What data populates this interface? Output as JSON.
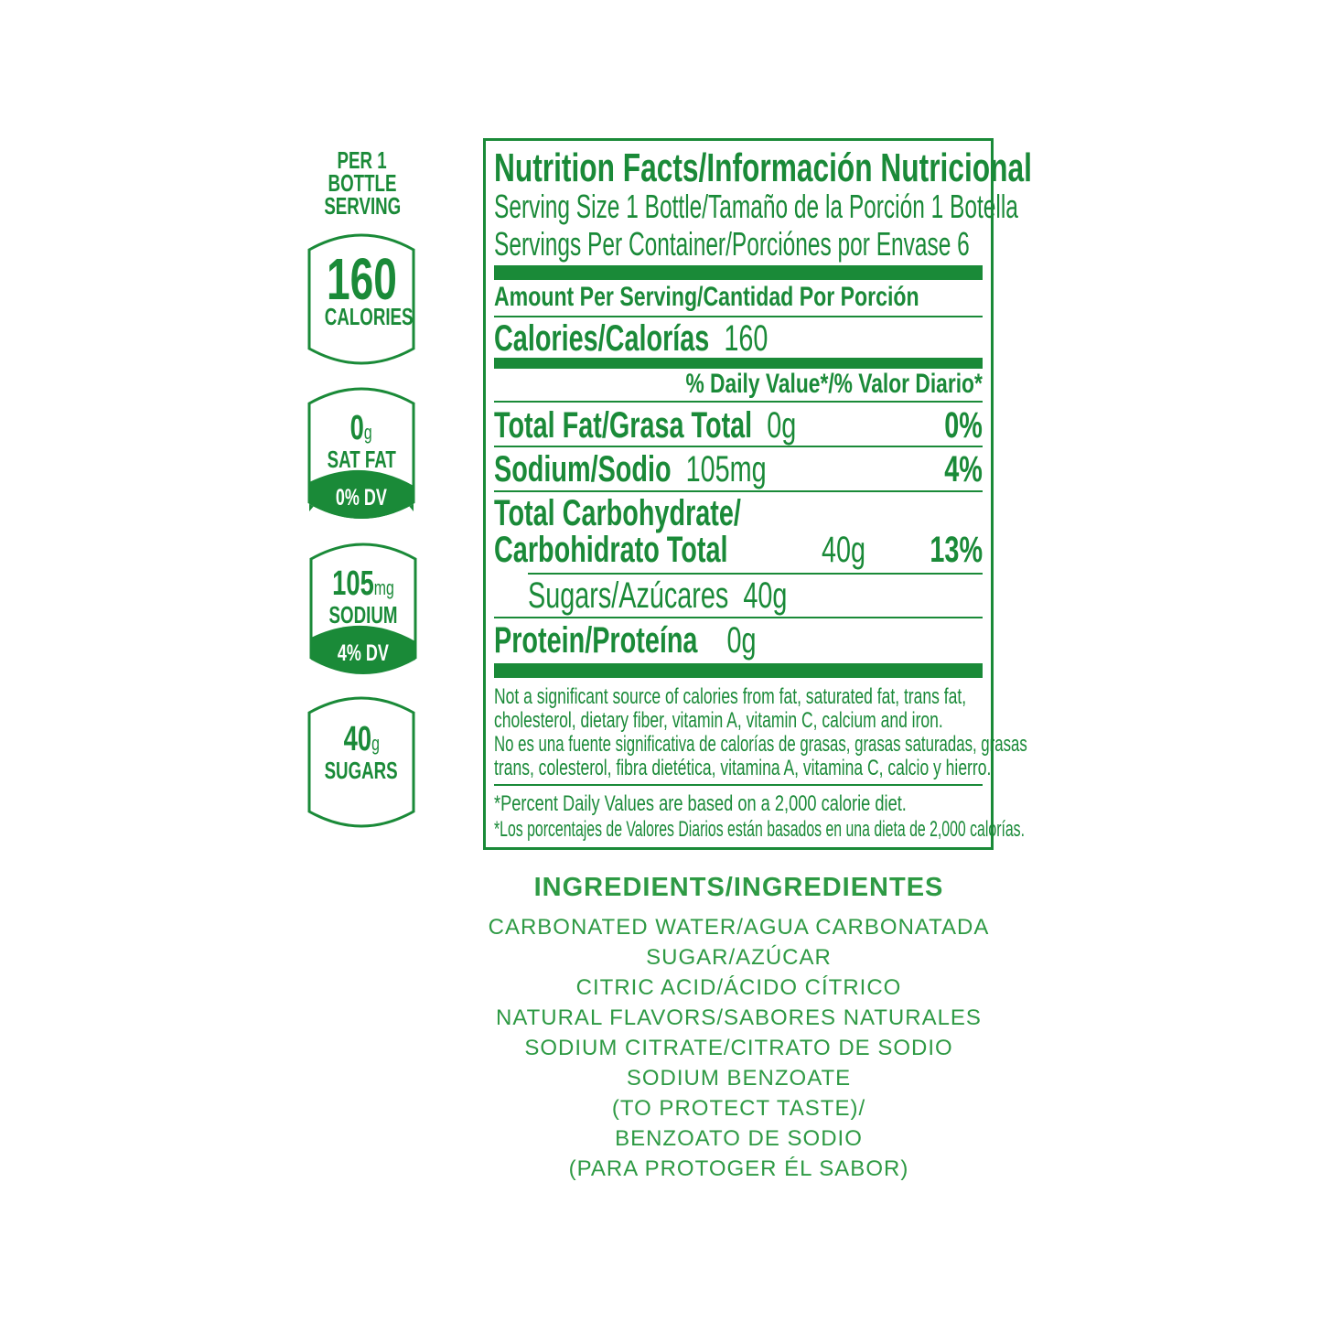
{
  "side_panel": {
    "header": [
      "PER 1",
      "BOTTLE",
      "SERVING"
    ],
    "badges": [
      {
        "value": "160",
        "unit": "",
        "label": "CALORIES",
        "dv": ""
      },
      {
        "value": "0",
        "unit": "g",
        "label": "SAT FAT",
        "dv": "0% DV"
      },
      {
        "value": "105",
        "unit": "mg",
        "label": "SODIUM",
        "dv": "4% DV"
      },
      {
        "value": "40",
        "unit": "g",
        "label": "SUGARS",
        "dv": ""
      }
    ]
  },
  "nutrition_facts": {
    "title": "Nutrition Facts/Información Nutricional",
    "serving_size": "Serving Size 1 Bottle/Tamaño de la Porción 1 Botella",
    "servings_per_container": "Servings Per Container/Porciónes por Envase 6",
    "amount_per_serving": "Amount Per Serving/Cantidad Por Porción",
    "calories_label": "Calories/Calorías",
    "calories_value": "160",
    "dv_header": "% Daily Value*/% Valor Diario*",
    "rows": [
      {
        "label": "Total Fat/Grasa Total",
        "amount": "0g",
        "dv": "0%"
      },
      {
        "label": "Sodium/Sodio",
        "amount": "105mg",
        "dv": "4%"
      },
      {
        "label": "Total Carbohydrate/",
        "label2": "Carbohidrato Total",
        "amount": "40g",
        "dv": "13%"
      },
      {
        "label": "Sugars/Azúcares",
        "amount": "40g"
      },
      {
        "label": "Protein/Proteína",
        "amount": "0g"
      }
    ],
    "footnote_lines": [
      "Not a significant source of calories from fat, saturated fat, trans fat,",
      "cholesterol, dietary fiber, vitamin A, vitamin C, calcium and iron.",
      "No es una fuente significativa de calorías de grasas, grasas saturadas, grasas",
      "trans, colesterol, fibra dietética, vitamina A, vitamina C, calcio y hierro."
    ],
    "dv_notes": [
      "*Percent Daily Values are based on a 2,000 calorie diet.",
      "*Los porcentajes de Valores Diarios están basados en una dieta de 2,000 calorías."
    ]
  },
  "ingredients": {
    "title": "INGREDIENTS/INGREDIENTES",
    "lines": [
      "CARBONATED WATER/AGUA CARBONATADA",
      "SUGAR/AZÚCAR",
      "CITRIC ACID/ÁCIDO CÍTRICO",
      "NATURAL FLAVORS/SABORES NATURALES",
      "SODIUM CITRATE/CITRATO DE SODIO",
      "SODIUM BENZOATE",
      "(TO PROTECT TASTE)/",
      "BENZOATO DE SODIO",
      "(PARA PROTOGER ÉL SABOR)"
    ]
  },
  "colors": {
    "label_green": "#1a8a38",
    "ingredient_green": "#2e9a44"
  }
}
